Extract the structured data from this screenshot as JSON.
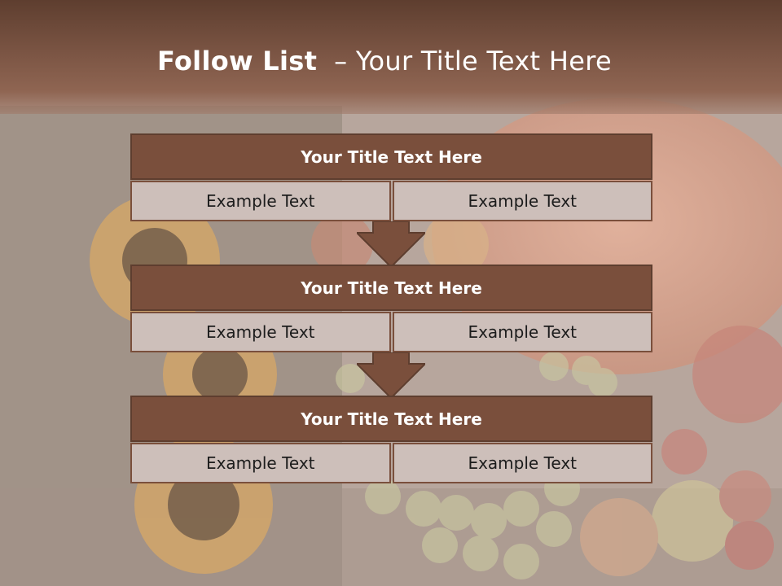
{
  "slide": {
    "title_bold": "Follow List",
    "title_rest": "  – Your Title Text Here"
  },
  "blocks": [
    {
      "title": "Your Title Text Here",
      "left_text": "Example Text",
      "right_text": "Example Text"
    },
    {
      "title": "Your Title Text Here",
      "left_text": "Example Text",
      "right_text": "Example Text"
    },
    {
      "title": "Your Title Text Here",
      "left_text": "Example Text",
      "right_text": "Example Text"
    }
  ],
  "colors": {
    "header": "#5e3e2f",
    "block_title": "#7a4f3c",
    "cell": "#cdbfba"
  }
}
